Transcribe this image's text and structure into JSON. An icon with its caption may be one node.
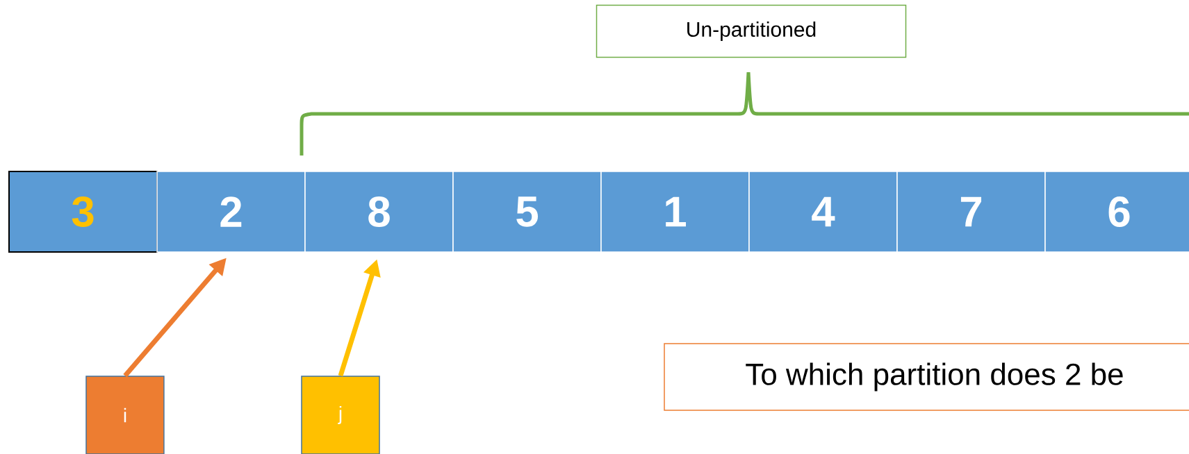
{
  "diagram": {
    "nodes": [
      {
        "text": [
          "Un-partitioned"
        ]
      },
      {
        "text": [
          "3"
        ]
      },
      {
        "text": [
          "2"
        ]
      },
      {
        "text": [
          "8"
        ]
      },
      {
        "text": [
          "5"
        ]
      },
      {
        "text": [
          "1"
        ]
      },
      {
        "text": [
          "4"
        ]
      },
      {
        "text": [
          "7"
        ]
      },
      {
        "text": [
          "6"
        ]
      },
      {
        "text": [
          "i"
        ]
      },
      {
        "text": [
          "j"
        ]
      },
      {
        "text": [
          "To which partition does 2 be"
        ]
      }
    ],
    "edges": [
      {
        "from": 9,
        "to": 2,
        "arrow": "to",
        "color": "#ed7d31"
      },
      {
        "from": 10,
        "to": 3,
        "arrow": "to",
        "color": "#ffc000"
      }
    ]
  }
}
